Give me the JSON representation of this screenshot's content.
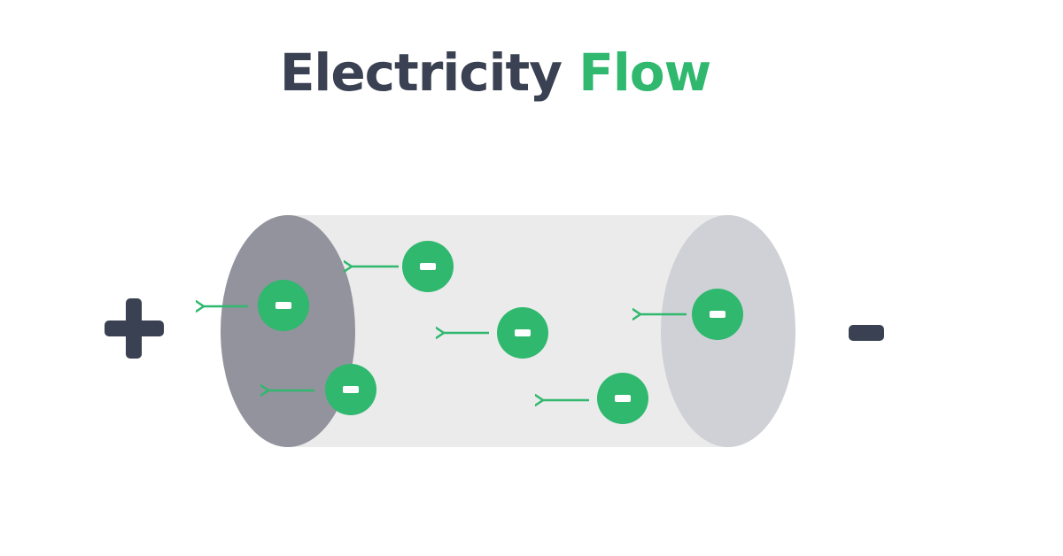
{
  "title": {
    "part1": "Electricity",
    "part2": "Flow"
  },
  "terminals": {
    "positive": "+",
    "negative": "-"
  },
  "electron_symbol": "−",
  "colors": {
    "title_dark": "#3a4152",
    "accent_green": "#2fb86e",
    "cylinder_body": "#ebebeb",
    "positive_end": "#92939d",
    "negative_end": "#cfd1d6",
    "terminal_sign": "#3a4152"
  },
  "icons": {
    "electron": "circle-with-minus",
    "flow_arrow": "left-arrow"
  }
}
